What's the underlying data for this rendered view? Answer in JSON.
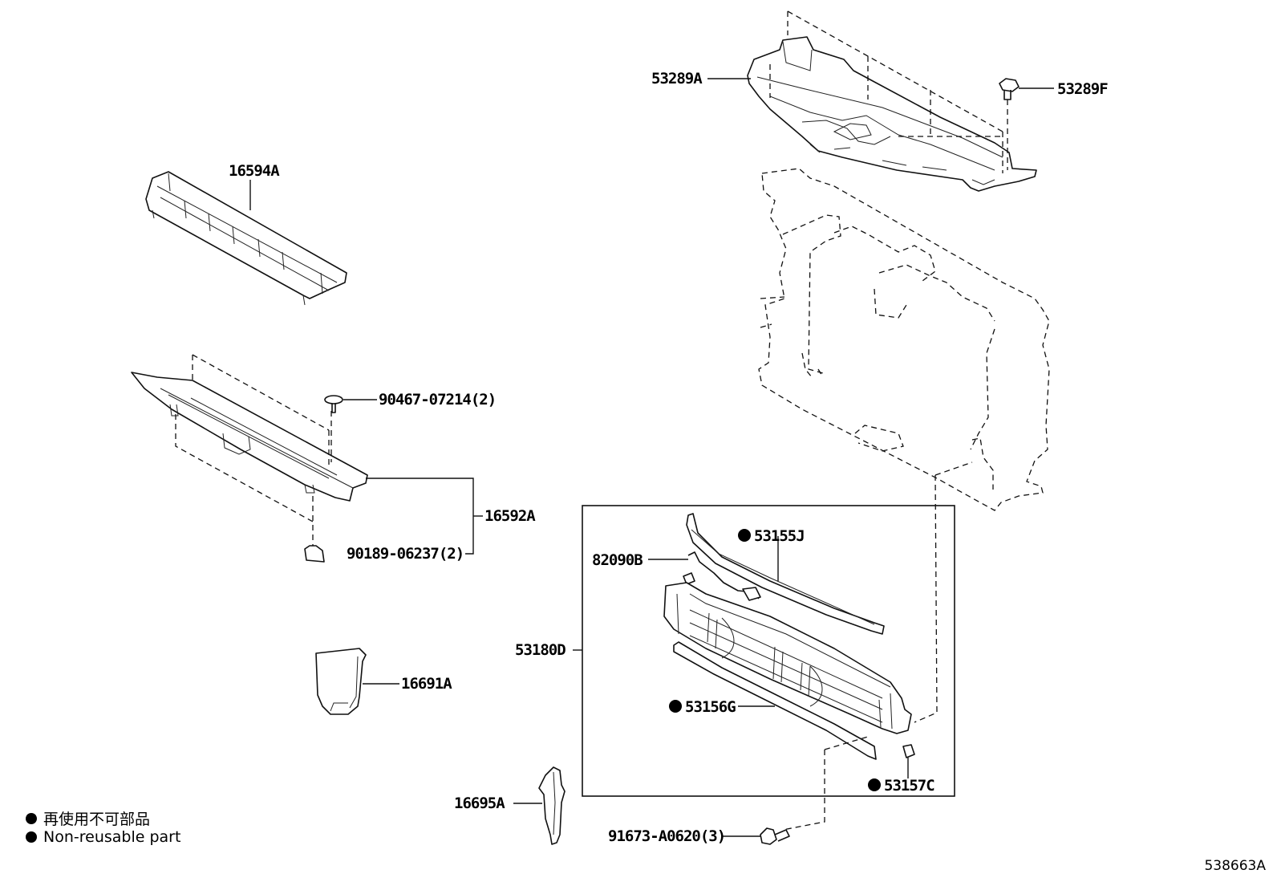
{
  "labels": {
    "p16594A": "16594A",
    "p16592A": "16592A",
    "p90467": "90467-07214(2)",
    "p90189": "90189-06237(2)",
    "p16691A": "16691A",
    "p16695A": "16695A",
    "p53289A": "53289A",
    "p53289F": "53289F",
    "p53155J": "53155J",
    "p82090B": "82090B",
    "p53180D": "53180D",
    "p53156G": "53156G",
    "p53157C": "53157C",
    "p91673": "91673-A0620(3)"
  },
  "legend": {
    "japanese": "再使用不可部品",
    "english": "Non-reusable part"
  },
  "reference_number": "538663A"
}
